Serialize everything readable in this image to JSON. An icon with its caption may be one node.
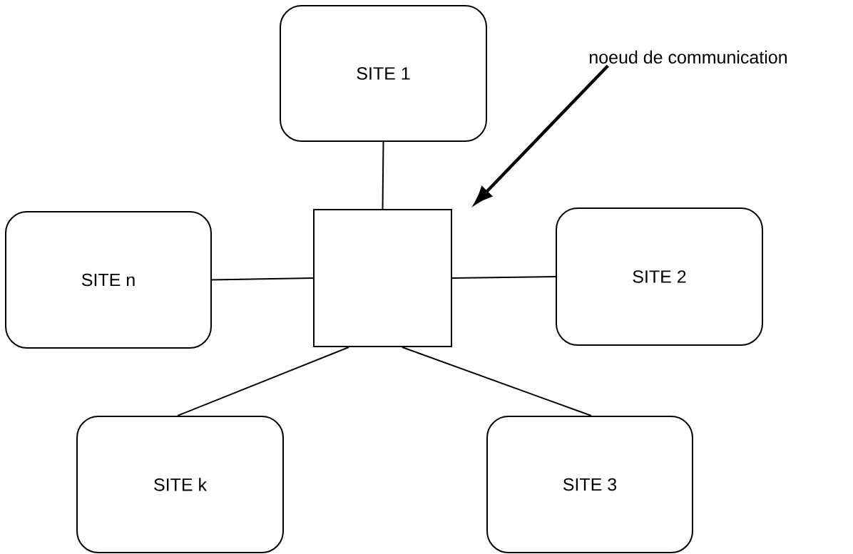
{
  "diagram": {
    "nodes": [
      {
        "text": [
          "SITE 1"
        ]
      },
      {
        "text": [
          "noeud de communication"
        ]
      },
      {
        "text": [
          "SITE n"
        ]
      },
      {
        "text": [],
        "shape": "box"
      },
      {
        "text": [
          "SITE 2"
        ]
      },
      {
        "text": [
          "SITE k"
        ]
      },
      {
        "text": [
          "SITE 3"
        ]
      }
    ],
    "edges": [
      {
        "from": 0,
        "to": 3,
        "arrow": "none"
      },
      {
        "from": 1,
        "to": 3,
        "arrow": "to",
        "style": "thick"
      },
      {
        "from": 2,
        "to": 3,
        "arrow": "none"
      },
      {
        "from": 3,
        "to": 4,
        "arrow": "none"
      },
      {
        "from": 3,
        "to": 5,
        "arrow": "none"
      },
      {
        "from": 3,
        "to": 6,
        "arrow": "none"
      }
    ]
  }
}
